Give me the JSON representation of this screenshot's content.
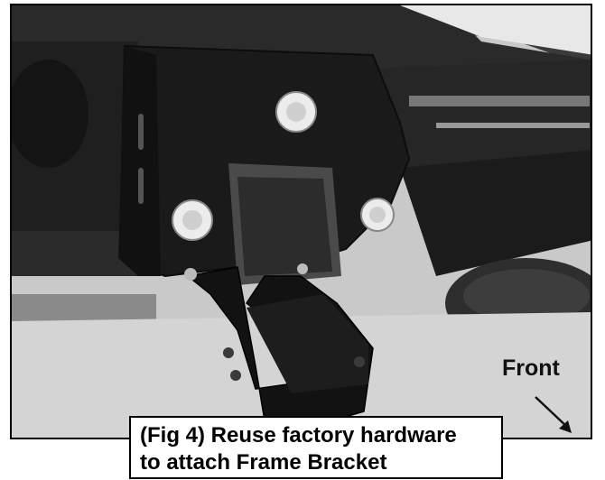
{
  "photo": {
    "description_icon": "hitch-frame-bracket-photo"
  },
  "direction_label": "Front",
  "caption": {
    "line1": "(Fig 4) Reuse factory hardware",
    "line2": "to attach Frame Bracket"
  },
  "colors": {
    "bracket": "#1a1a1a",
    "frame_border": "#000000",
    "background": "#ffffff"
  }
}
